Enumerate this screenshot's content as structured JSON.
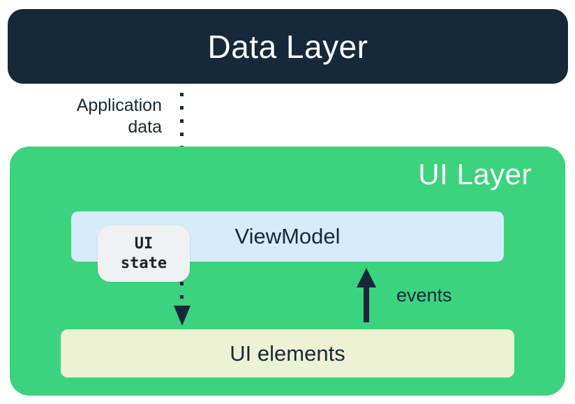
{
  "colors": {
    "navy": "#16293a",
    "green": "#3cd37f",
    "light_blue": "#d6ebfb",
    "pale_yellow": "#edf3d2",
    "chip_bg": "#f0f1f2",
    "chip_text": "#202124",
    "white": "#ffffff"
  },
  "data_layer": {
    "label": "Data Layer"
  },
  "ui_layer": {
    "label": "UI Layer"
  },
  "viewmodel": {
    "label": "ViewModel"
  },
  "ui_state_chip": {
    "label": "UI\nstate"
  },
  "ui_elements": {
    "label": "UI elements"
  },
  "arrows": {
    "application_data": {
      "label": "Application\ndata",
      "direction": "down",
      "style": "dotted"
    },
    "ui_state": {
      "direction": "down",
      "style": "dotted"
    },
    "events": {
      "label": "events",
      "direction": "up",
      "style": "solid"
    }
  }
}
